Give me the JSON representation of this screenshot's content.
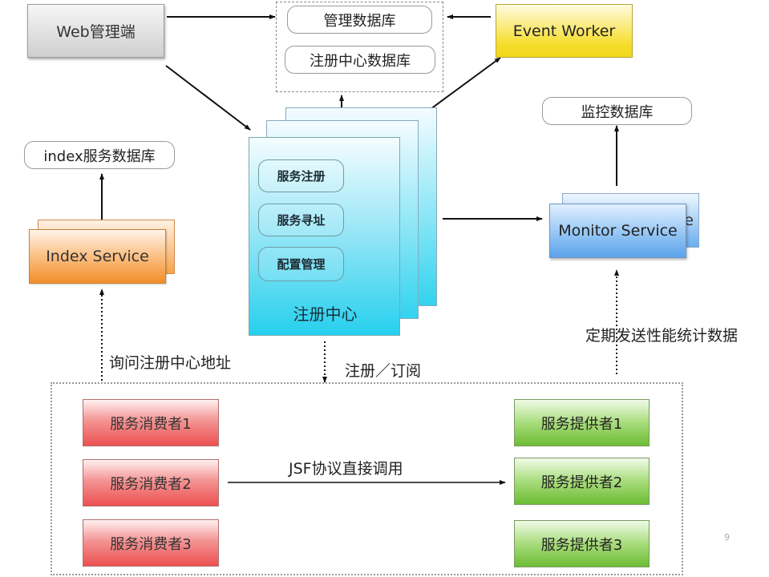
{
  "nodes": {
    "web_admin": "Web管理端",
    "event_worker": "Event Worker",
    "db_group": {
      "management_db": "管理数据库",
      "registry_db": "注册中心数据库"
    },
    "monitor_db": "监控数据库",
    "index_db": "index服务数据库",
    "index_service": "Index Service",
    "monitor_service": "Monitor Service",
    "monitor_service_back_fragment": "e",
    "registry_center": {
      "title": "注册中心",
      "modules": [
        "服务注册",
        "服务寻址",
        "配置管理"
      ]
    },
    "consumers": [
      "服务消费者1",
      "服务消费者2",
      "服务消费者3"
    ],
    "providers": [
      "服务提供者1",
      "服务提供者2",
      "服务提供者3"
    ]
  },
  "edge_labels": {
    "ask_registry_address": "询问注册中心地址",
    "register_subscribe": "注册／订阅",
    "send_perf_stats": "定期发送性能统计数据",
    "jsf_direct_call": "JSF协议直接调用"
  },
  "colors": {
    "web_admin": "#d8d8d8",
    "event_worker": "#f6de2e",
    "registry_center": "#33d3ef",
    "index_service": "#f38e2a",
    "monitor_service": "#5aa2ea",
    "consumer": "#ec5050",
    "provider": "#6cbc34"
  },
  "page_number": "9"
}
